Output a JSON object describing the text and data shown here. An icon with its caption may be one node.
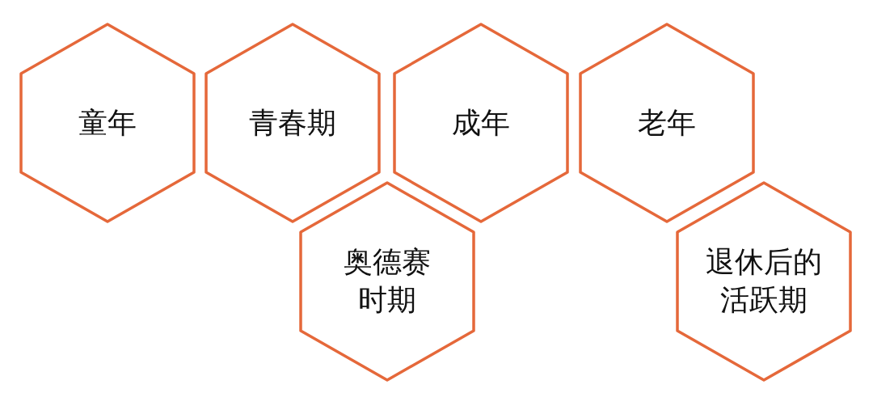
{
  "diagram": {
    "nodes": [
      {
        "text": [
          "童年"
        ]
      },
      {
        "text": [
          "青春期"
        ]
      },
      {
        "text": [
          "成年"
        ]
      },
      {
        "text": [
          "老年"
        ]
      },
      {
        "text": [
          "奥德赛时期"
        ]
      },
      {
        "text": [
          "退休后的活跃期"
        ]
      }
    ]
  }
}
